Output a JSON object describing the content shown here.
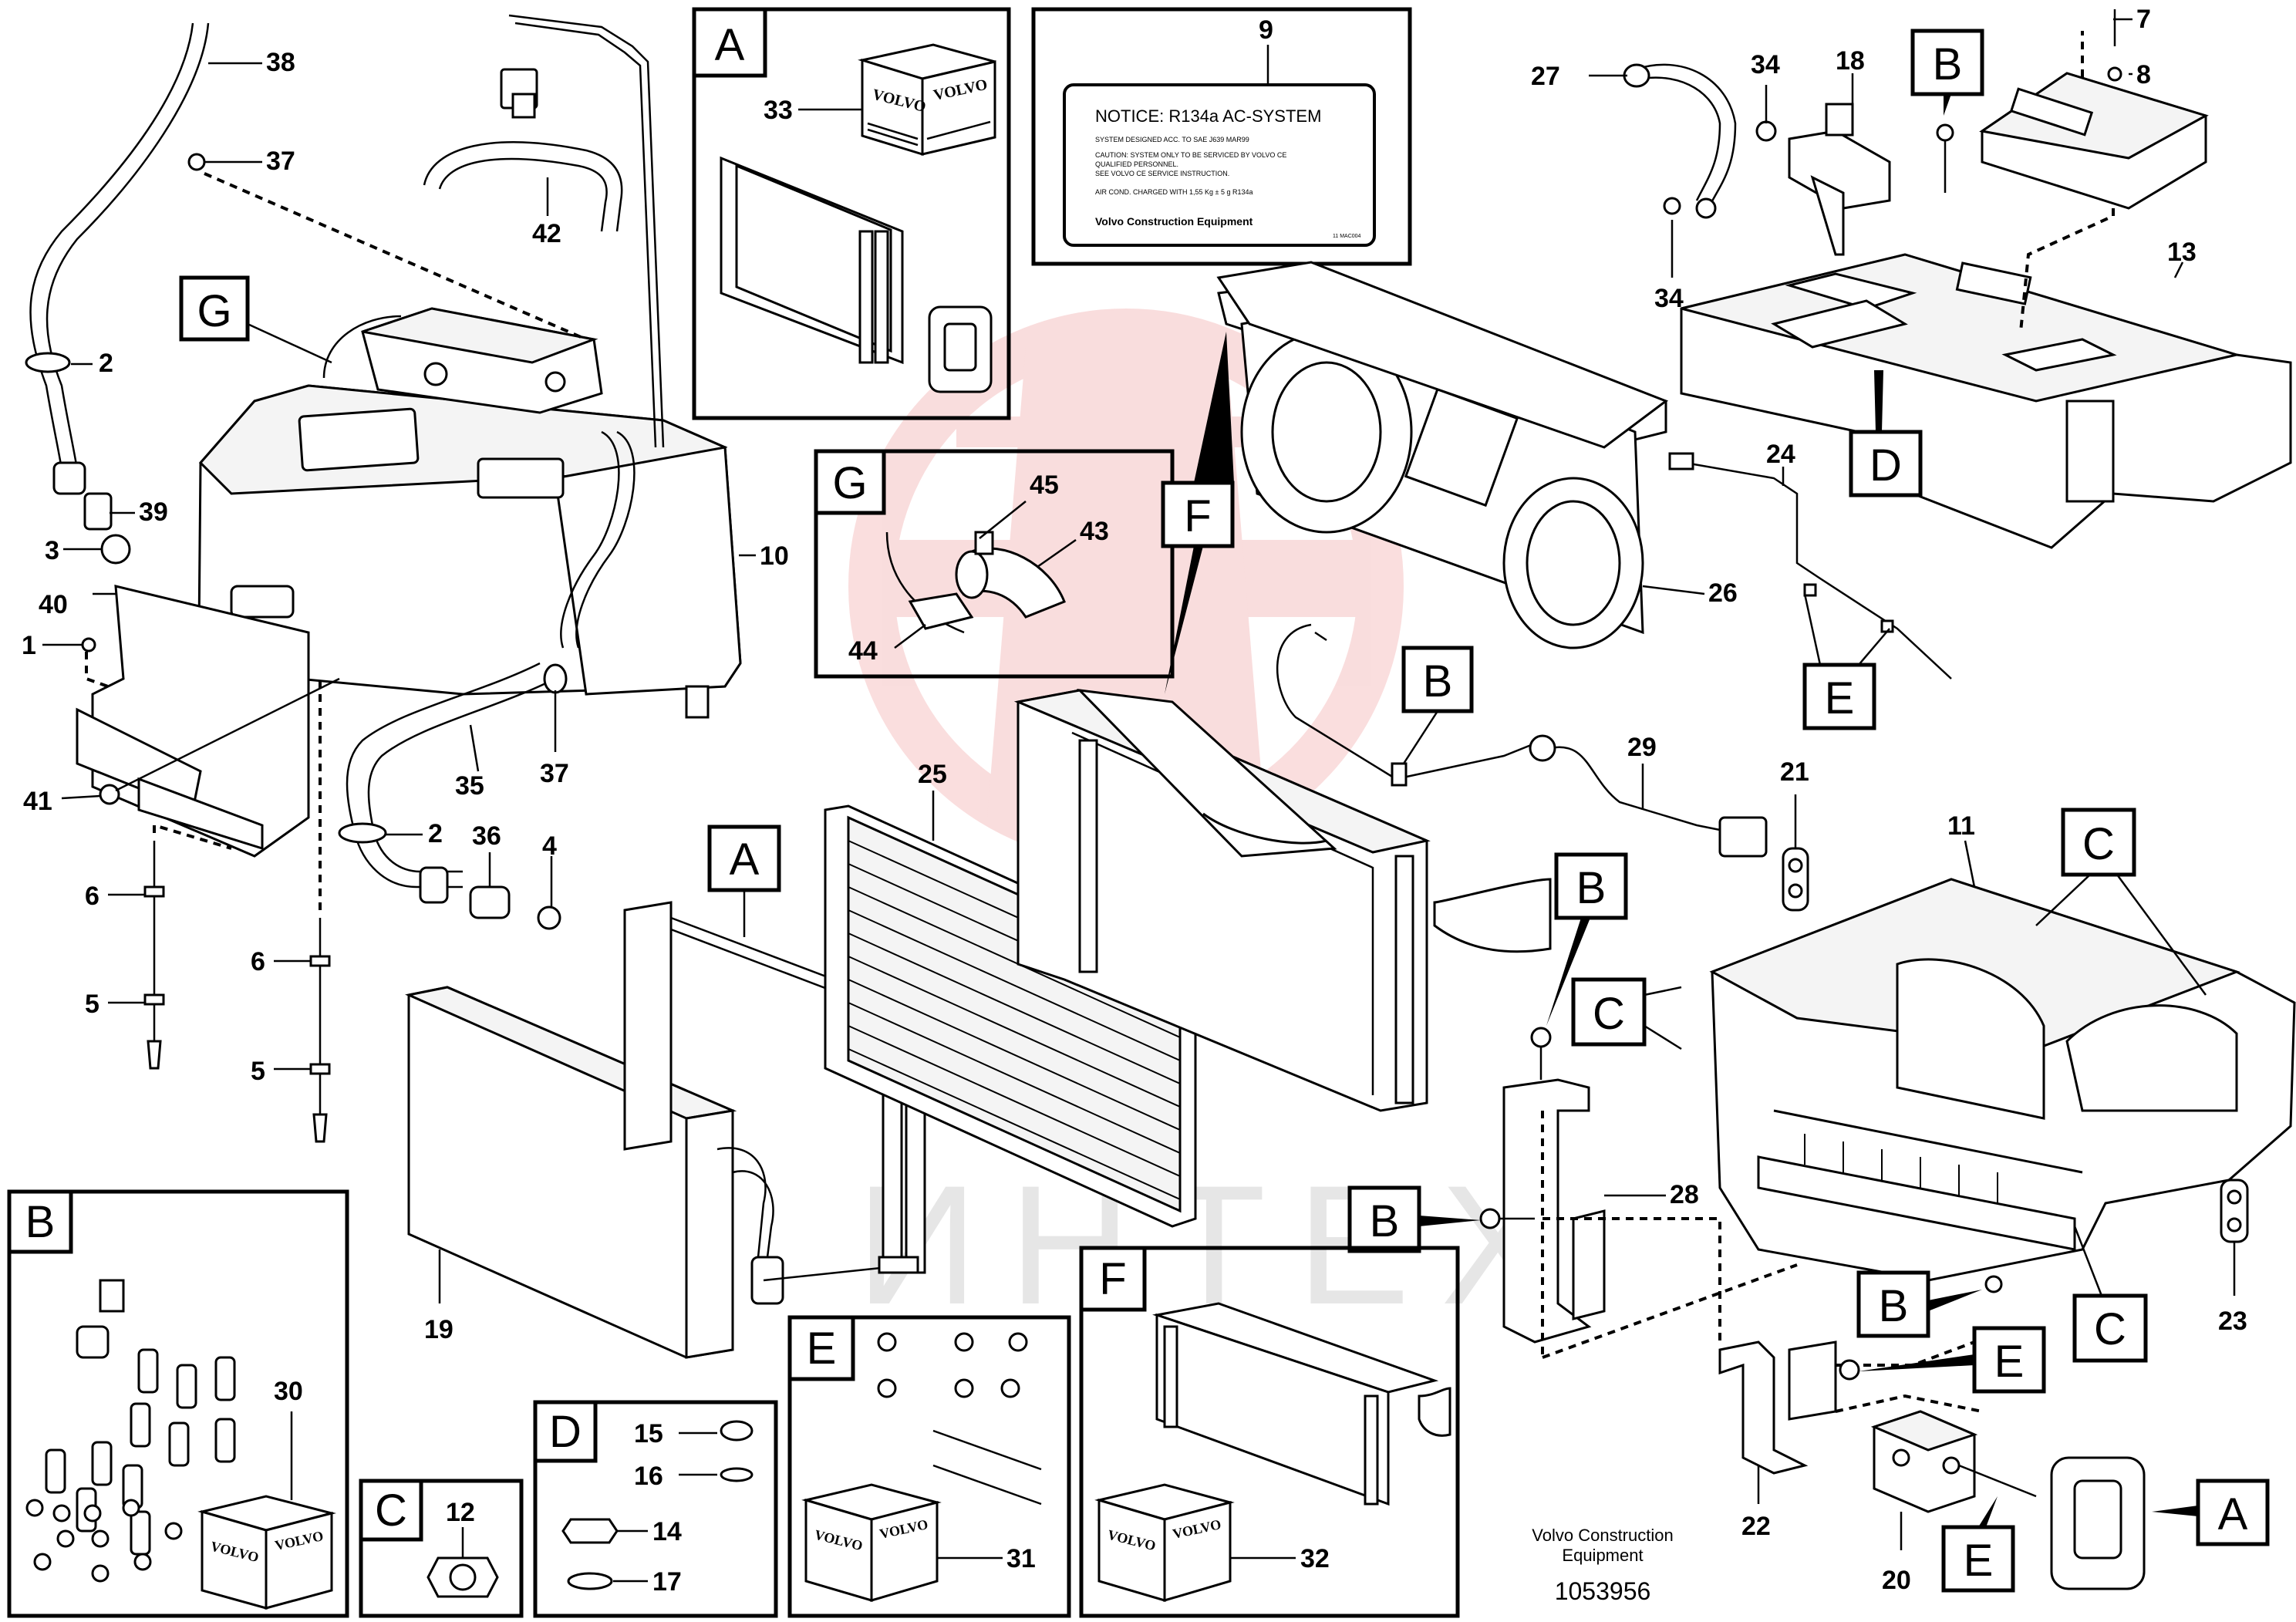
{
  "notice": {
    "title": "NOTICE: R134a AC-SYSTEM",
    "line1": "SYSTEM DESIGNED ACC. TO SAE J639 MAR99",
    "line2": "CAUTION: SYSTEM ONLY TO BE SERVICED BY VOLVO CE",
    "line3": "QUALIFIED PERSONNEL.",
    "line4": "SEE VOLVO CE SERVICE INSTRUCTION.",
    "line5": "AIR COND. CHARGED WITH 1,55 Kg ± 5 g R134a",
    "footer": "Volvo Construction Equipment",
    "code": "11 MAC004"
  },
  "brand_label": "VOLVO",
  "watermark": "ИНТЕХ",
  "footer": {
    "line1": "Volvo Construction",
    "line2": "Equipment",
    "drawing_number": "1053956"
  },
  "box_letters": {
    "A": "A",
    "B": "B",
    "C": "C",
    "D": "D",
    "E": "E",
    "F": "F",
    "G": "G"
  },
  "callouts": {
    "c1": "1",
    "c2": "2",
    "c3": "3",
    "c4": "4",
    "c5": "5",
    "c6": "6",
    "c7": "7",
    "c8": "8",
    "c9": "9",
    "c10": "10",
    "c11": "11",
    "c12": "12",
    "c13": "13",
    "c14": "14",
    "c15": "15",
    "c16": "16",
    "c17": "17",
    "c18": "18",
    "c19": "19",
    "c20": "20",
    "c21": "21",
    "c22": "22",
    "c23": "23",
    "c24": "24",
    "c25": "25",
    "c26": "26",
    "c27": "27",
    "c28": "28",
    "c29": "29",
    "c30": "30",
    "c31": "31",
    "c32": "32",
    "c33": "33",
    "c34": "34",
    "c35": "35",
    "c36": "36",
    "c37": "37",
    "c38": "38",
    "c39": "39",
    "c40": "40",
    "c41": "41",
    "c42": "42",
    "c43": "43",
    "c44": "44",
    "c45": "45"
  },
  "colors": {
    "ink": "#000000",
    "paper": "#ffffff",
    "watermark_red": "#e03030",
    "watermark_grey": "#c8c8c8"
  }
}
